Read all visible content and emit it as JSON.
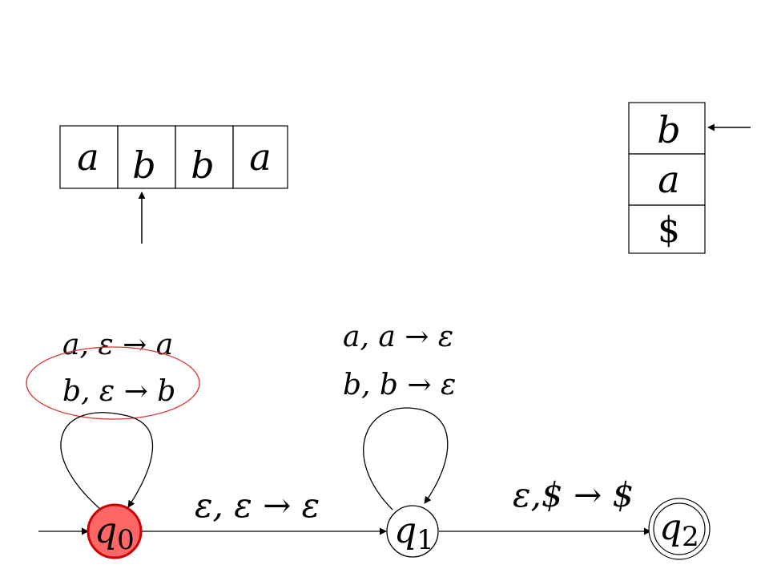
{
  "tape": {
    "cells": [
      "a",
      "b",
      "b",
      "a"
    ],
    "head_index": 1
  },
  "stack": {
    "cells": [
      "b",
      "a",
      "$"
    ],
    "top_index": 0
  },
  "states": {
    "q0": {
      "name": "q",
      "sub": "0",
      "active": true,
      "accepting": false
    },
    "q1": {
      "name": "q",
      "sub": "1",
      "active": false,
      "accepting": false
    },
    "q2": {
      "name": "q",
      "sub": "2",
      "active": false,
      "accepting": true
    }
  },
  "transitions": {
    "q0_loop": [
      "a, ε → a",
      "b, ε → b"
    ],
    "q0_q1": "ε, ε → ε",
    "q1_loop": [
      "a, a → ε",
      "b, b → ε"
    ],
    "q1_q2": "ε,$ → $"
  },
  "colors": {
    "active_state_fill": "#ff6666",
    "active_state_stroke": "#cc0000",
    "highlight_ellipse": "#dd3333",
    "ink": "#000000"
  }
}
